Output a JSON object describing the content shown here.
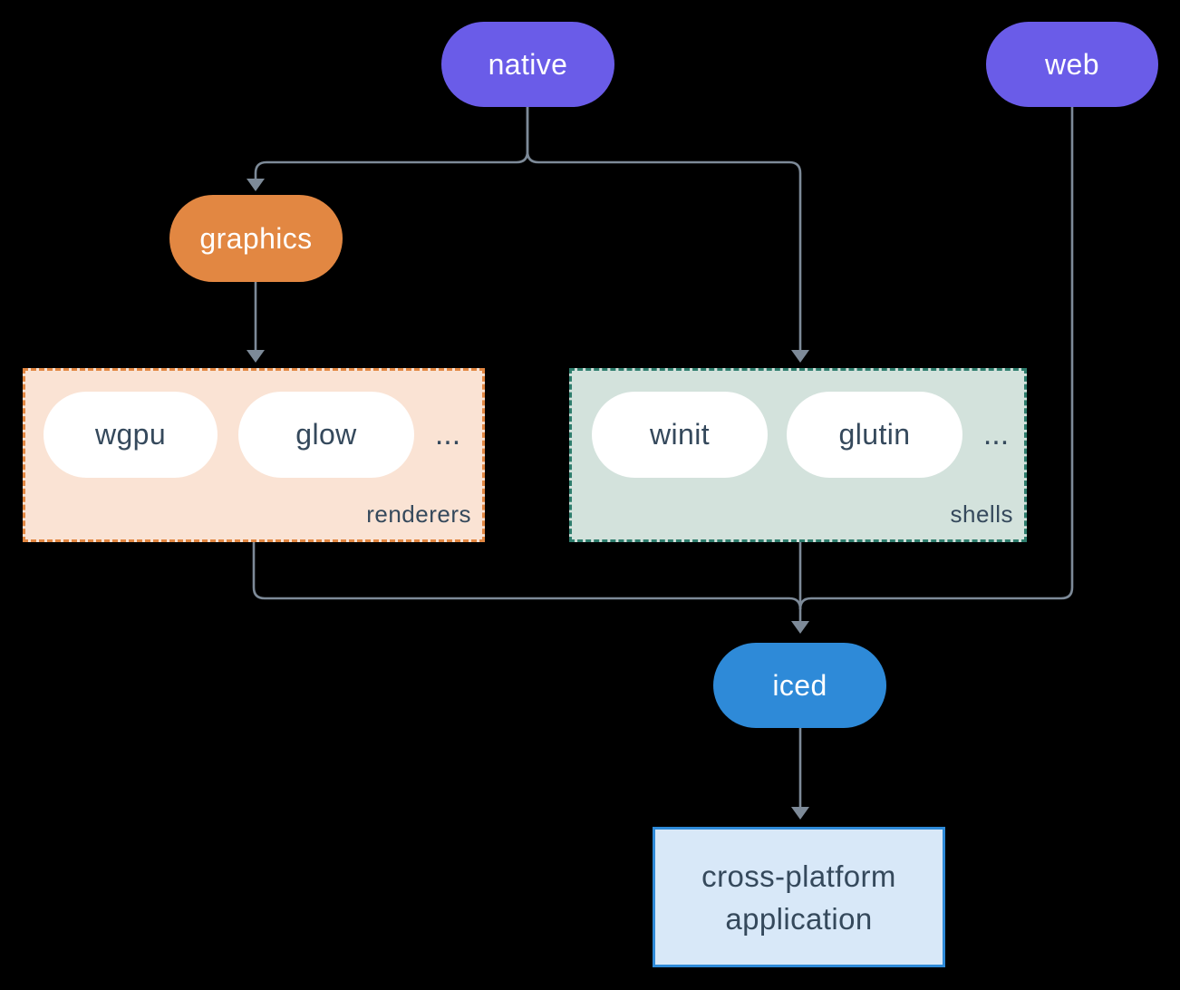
{
  "diagram": {
    "colors": {
      "background": "#000000",
      "line": "#7d8a98",
      "purple": "#6a5ce8",
      "orange": "#e28742",
      "blue": "#2e8ad8",
      "teal": "#2e7d6d",
      "peach_fill": "#fae3d4",
      "sage_fill": "#d3e2dc",
      "app_fill": "#d8e8f8",
      "white": "#ffffff",
      "dark": "#35495c"
    },
    "nodes": {
      "native": {
        "label": "native"
      },
      "web": {
        "label": "web"
      },
      "graphics": {
        "label": "graphics"
      },
      "iced": {
        "label": "iced"
      },
      "app": {
        "line1": "cross-platform",
        "line2": "application"
      }
    },
    "groups": {
      "renderers": {
        "label": "renderers",
        "items": [
          "wgpu",
          "glow"
        ],
        "ellipsis": "..."
      },
      "shells": {
        "label": "shells",
        "items": [
          "winit",
          "glutin"
        ],
        "ellipsis": "..."
      }
    },
    "edges": [
      {
        "from": "native",
        "to": "graphics"
      },
      {
        "from": "native",
        "to": "shells"
      },
      {
        "from": "graphics",
        "to": "renderers"
      },
      {
        "from": "renderers",
        "to": "iced"
      },
      {
        "from": "shells",
        "to": "iced"
      },
      {
        "from": "web",
        "to": "iced"
      },
      {
        "from": "iced",
        "to": "app"
      }
    ]
  }
}
